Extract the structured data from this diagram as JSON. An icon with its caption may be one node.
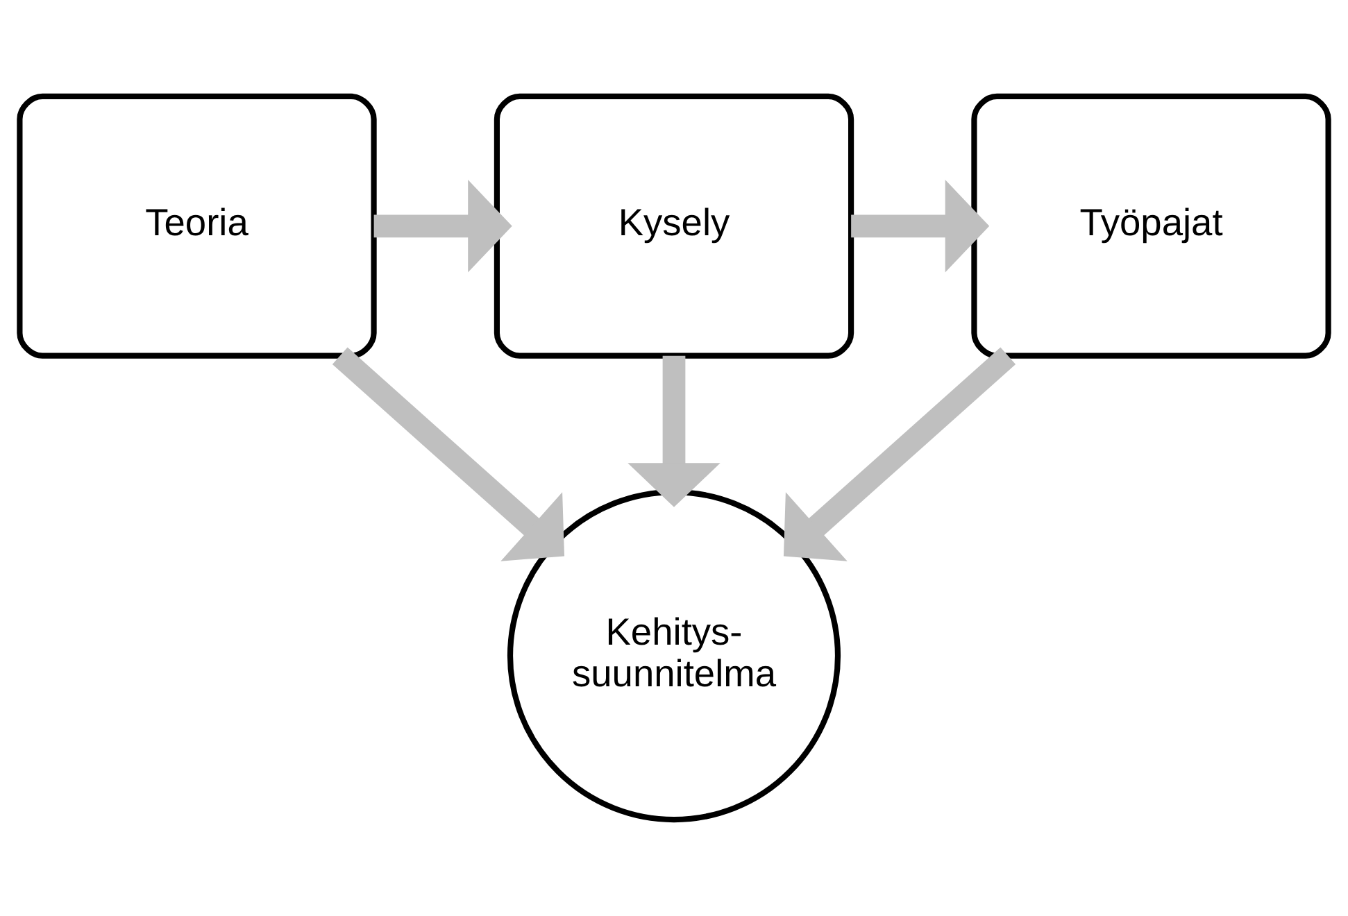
{
  "diagram": {
    "nodes": [
      {
        "text": [
          "Teoria"
        ]
      },
      {
        "text": [
          "Kysely"
        ]
      },
      {
        "text": [
          "Työpajat"
        ]
      },
      {
        "text": [
          "Kehitys- suunnitelma"
        ]
      }
    ],
    "edges": [
      {
        "from": 0,
        "to": 1,
        "arrow": "to"
      },
      {
        "from": 1,
        "to": 2,
        "arrow": "to"
      },
      {
        "from": 0,
        "to": 3,
        "arrow": "to"
      },
      {
        "from": 1,
        "to": 3,
        "arrow": "to"
      },
      {
        "from": 2,
        "to": 3,
        "arrow": "to"
      }
    ]
  }
}
